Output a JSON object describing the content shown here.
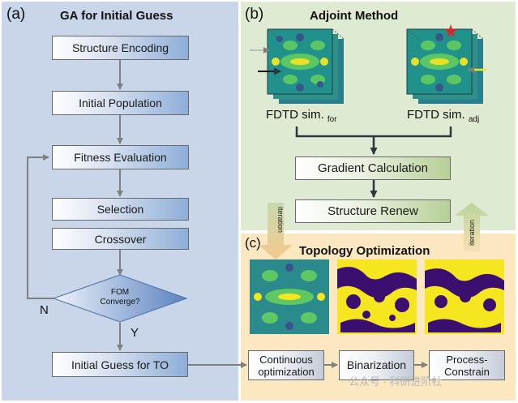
{
  "panel_a": {
    "label": "(a)",
    "title": "GA for Initial Guess",
    "steps": {
      "structure_encoding": "Structure Encoding",
      "initial_population": "Initial Population",
      "fitness_evaluation": "Fitness Evaluation",
      "selection": "Selection",
      "crossover": "Crossover",
      "initial_guess": "Initial Guess for TO"
    },
    "decision": {
      "line1": "FOM",
      "line2": "Converge?"
    },
    "no_label": "N",
    "yes_label": "Y"
  },
  "panel_b": {
    "label": "(b)",
    "title": "Adjoint Method",
    "sim_for": {
      "main": "FDTD sim.",
      "sub": "for"
    },
    "sim_adj": {
      "main": "FDTD sim.",
      "sub": "adj"
    },
    "gradient": "Gradient Calculation",
    "renew": "Structure Renew"
  },
  "panel_c": {
    "label": "(c)",
    "title": "Topology Optimization",
    "continuous": {
      "line1": "Continuous",
      "line2": "optimization"
    },
    "binarization": "Binarization",
    "process": {
      "line1": "Process-",
      "line2": "Constrain"
    }
  },
  "iteration_label": "iteration",
  "watermark": "公众号 · 科研进阶社",
  "colors": {
    "panel_a_bg": "#c9d6ea",
    "panel_b_bg": "#dfead3",
    "panel_c_bg": "#fbe7c0",
    "connector": "#7f7f7f",
    "dark_arrow": "#2c3544",
    "diamond": "#6b8fc4",
    "field_yellow": "#f6e61f",
    "field_purple": "#3b0f6f",
    "field_teal": "#21918c",
    "field_green": "#5ec962"
  }
}
